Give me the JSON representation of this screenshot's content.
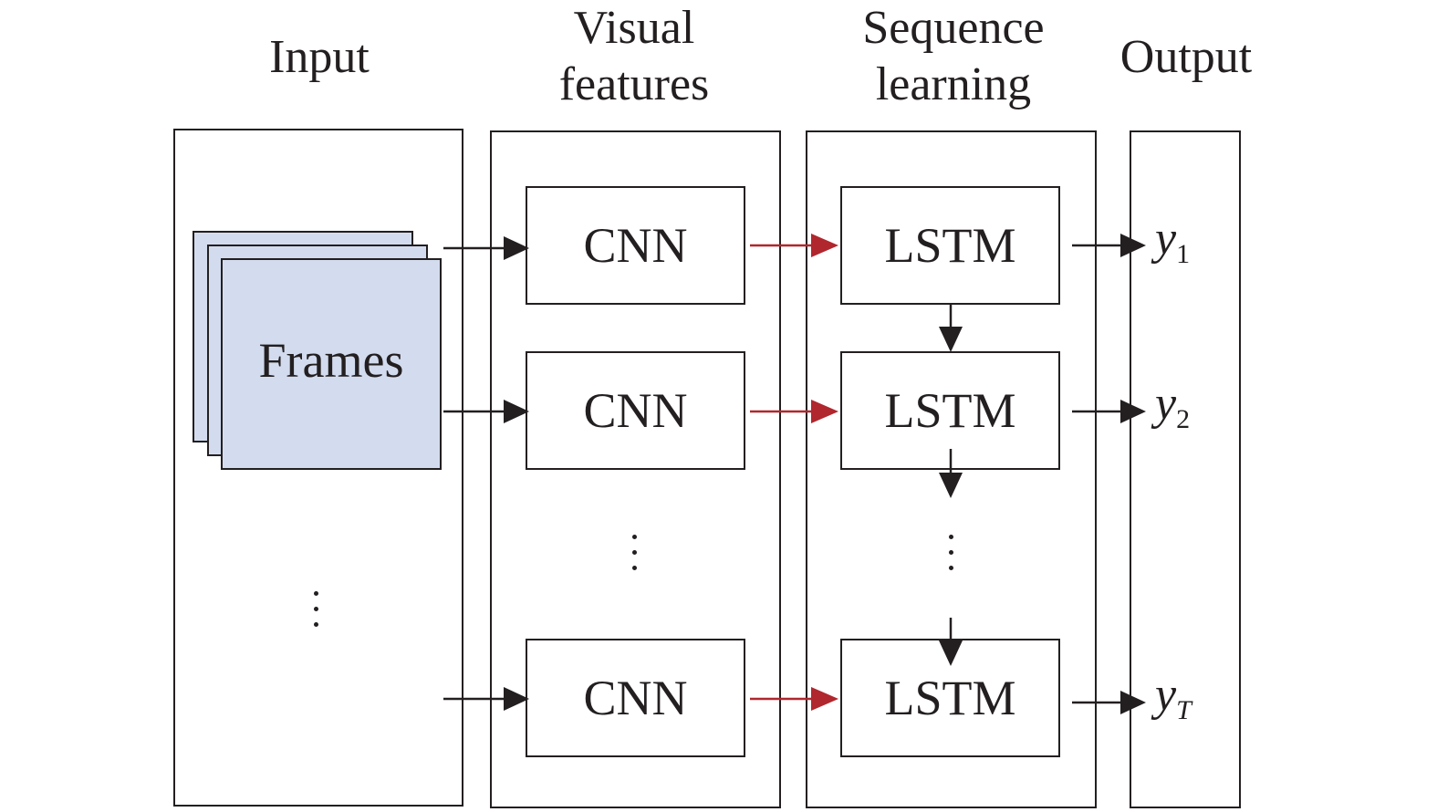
{
  "columns": {
    "input": {
      "title": "Input"
    },
    "visual": {
      "title_line1": "Visual",
      "title_line2": "features"
    },
    "sequence": {
      "title_line1": "Sequence",
      "title_line2": "learning"
    },
    "output": {
      "title": "Output"
    }
  },
  "frames_label": "Frames",
  "cnn_label": "CNN",
  "lstm_label": "LSTM",
  "outputs": [
    {
      "var": "y",
      "sub": "1"
    },
    {
      "var": "y",
      "sub": "2"
    },
    {
      "var": "y",
      "sub": "T"
    }
  ],
  "colors": {
    "line": "#231f20",
    "red_arrow": "#b0272d",
    "frame_fill": "#d3dcee"
  }
}
